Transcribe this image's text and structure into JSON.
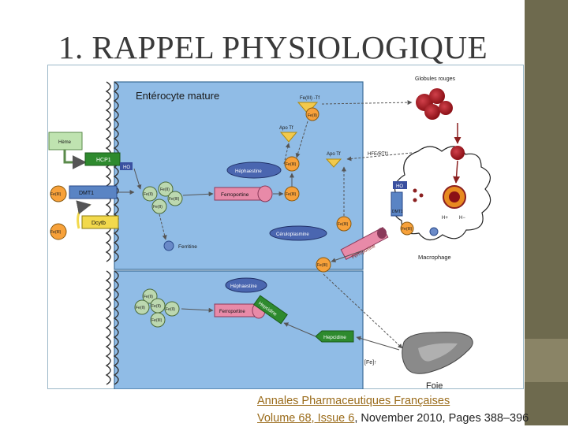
{
  "slide": {
    "title": "1. RAPPEL PHYSIOLOGIQUE"
  },
  "diagram": {
    "enterocyte_label": "Entérocyte mature",
    "globules_label": "Globules rouges",
    "fe_tf": "Fe(III) -Tf",
    "fe_ii_a": "Fe(II)",
    "apo_tf_1": "Apo Tf",
    "apo_tf_2": "Apo Tf",
    "hfe": "HFE/RTf1",
    "heme": "Hème",
    "hcp1": "HCP1",
    "ho": "HO",
    "hephaestine_1": "Héphaestine",
    "fe_iii_b": "Fe(III)",
    "fe_iii_dmt": "Fe(III)",
    "dmt1": "DMT1",
    "fe_ii_c": "Fe(II)",
    "fe_ii_d": "Fe(II)",
    "fe_iii_e": "Fe(III)",
    "fe_ii_f": "Fe(II)",
    "ferroportine_1": "Ferroportine",
    "fe_iii_g": "Fe(III)",
    "ho_macro": "HO",
    "dmt1_macro": "DMT1",
    "h_plus": "H+",
    "h_minus": "H−",
    "dcytb": "Dcytb",
    "fe_iii_h": "Fe(III)",
    "fe_iii_i": "Fe(III)",
    "ceruloplasmine": "Céruloplasmine",
    "fe_iii_j": "Fe(III)",
    "ferroportine_macro": "Ferroportine",
    "ferritine": "Ferritine",
    "fe_iii_k": "Fe(III)",
    "macrophage": "Macrophage",
    "hephaestine_2": "Héphaestine",
    "fe_ii_l": "Fe(II)",
    "fe_ii_m": "Fe(II)",
    "fe_ii_n": "Fe(II)",
    "fe_ii_o": "Fe(II)",
    "fe_iii_p": "Fe(III)",
    "ferroportine_2": "Ferroportine",
    "hepcidine_bound": "Hepcidine",
    "hepcidine": "Hepcidine",
    "fe_plasma": "[Fe]↑",
    "foie": "Foie"
  },
  "citation": {
    "journal": "Annales Pharmaceutiques Françaises",
    "volume": "Volume 68, Issue 6",
    "rest": ", November 2010, Pages 388–396"
  },
  "colors": {
    "background": "#ffffff",
    "sidebar": "#6e6a4e",
    "cell_blue": "#90bce6",
    "link": "#9a6b1a"
  }
}
